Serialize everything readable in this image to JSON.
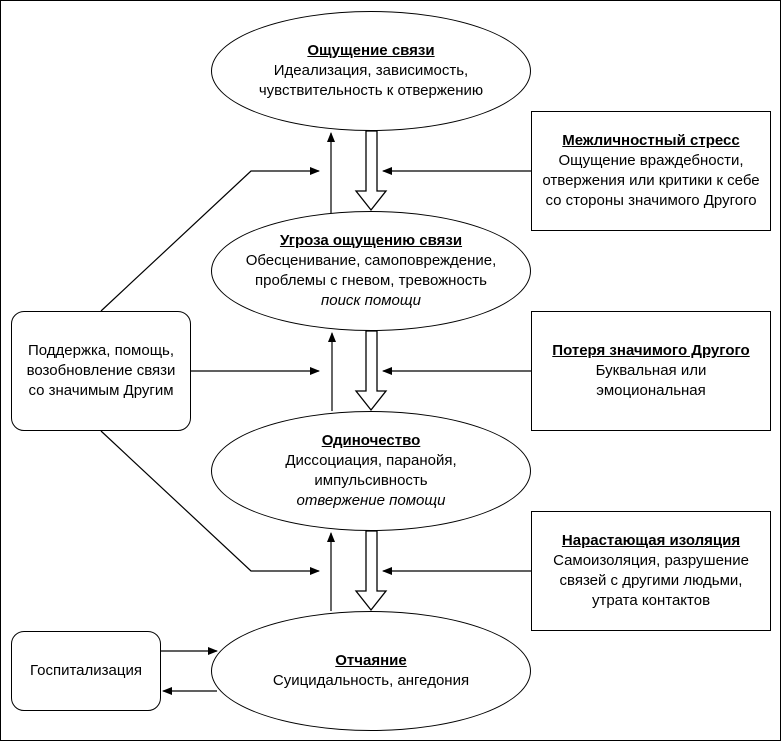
{
  "nodes": {
    "connection": {
      "title": "Ощущение связи",
      "lines": [
        "Идеализация, зависимость,",
        "чувствительность к отвержению"
      ]
    },
    "threat": {
      "title": "Угроза ощущению связи",
      "lines": [
        "Обесценивание, самоповреждение,",
        "проблемы с гневом, тревожность"
      ],
      "italic": "поиск помощи"
    },
    "loneliness": {
      "title": "Одиночество",
      "lines": [
        "Диссоциация, паранойя,",
        "импульсивность"
      ],
      "italic": "отвержение помощи"
    },
    "despair": {
      "title": "Отчаяние",
      "lines": [
        "Суицидальность, ангедония"
      ]
    },
    "stress": {
      "title": "Межличностный стресс",
      "lines": [
        "Ощущение враждебности,",
        "отвержения или критики к себе",
        "со стороны значимого Другого"
      ]
    },
    "loss": {
      "title": "Потеря значимого Другого",
      "lines": [
        "Буквальная или",
        "эмоциональная"
      ]
    },
    "isolation": {
      "title": "Нарастающая изоляция",
      "lines": [
        "Самоизоляция, разрушение",
        "связей с другими людьми,",
        "утрата контактов"
      ]
    },
    "support": {
      "lines": [
        "Поддержка, помощь,",
        "возобновление связи",
        "со значимым Другим"
      ]
    },
    "hospital": {
      "lines": [
        "Госпитализация"
      ]
    }
  }
}
